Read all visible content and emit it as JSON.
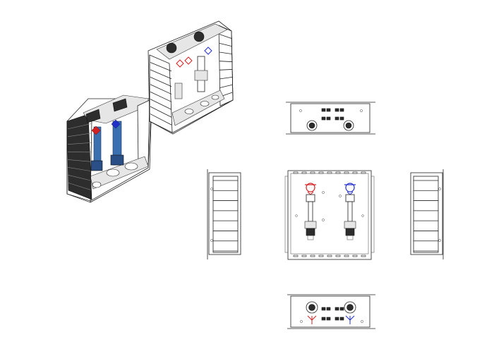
{
  "drawing": {
    "views": [
      {
        "name": "isometric-front-left"
      },
      {
        "name": "isometric-rear-right"
      },
      {
        "name": "top-view"
      },
      {
        "name": "left-side-view"
      },
      {
        "name": "front-view"
      },
      {
        "name": "right-side-view"
      },
      {
        "name": "bottom-view"
      }
    ],
    "colors": {
      "hot": "#d42020",
      "cold": "#2030c8",
      "line": "#222222",
      "box_dark": "#2d2d2d",
      "pipe_blue": "#3a6fb0"
    },
    "side_view_slots": 7
  }
}
